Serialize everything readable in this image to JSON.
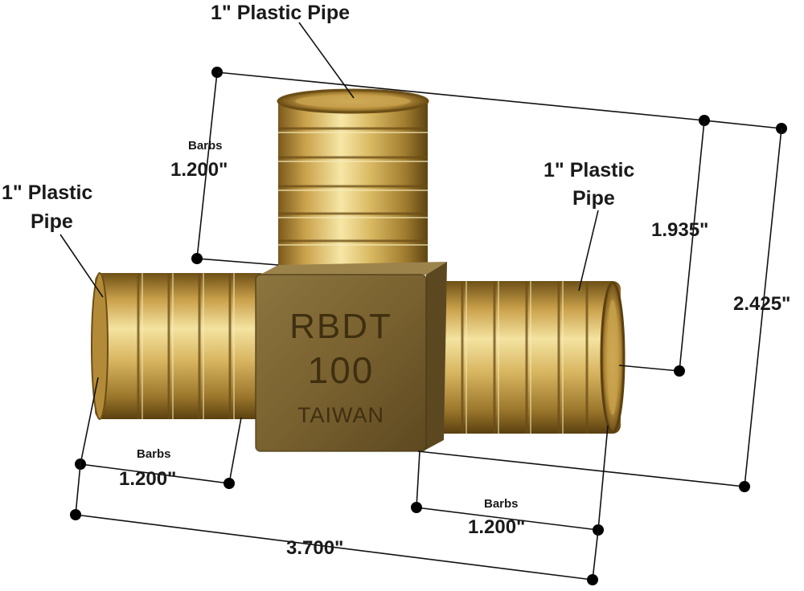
{
  "labels": {
    "top_pipe": "1\" Plastic Pipe",
    "left_pipe_line1": "1\" Plastic",
    "left_pipe_line2": "Pipe",
    "right_pipe_line1": "1\" Plastic",
    "right_pipe_line2": "Pipe",
    "barbs_word": "Barbs",
    "barbs_top_value": "1.200\"",
    "barbs_left_value": "1.200\"",
    "barbs_right_value": "1.200\"",
    "height_inner": "1.935\"",
    "height_outer": "2.425\"",
    "overall_length": "3.700\""
  },
  "casting": {
    "line1": "RBDT",
    "line2": "100",
    "line3": "TAIWAN"
  },
  "colors": {
    "brass_light": "#f2dd94",
    "brass_mid": "#c9a24a",
    "brass_dark": "#6b4d14",
    "bronze_body": "#7d6533",
    "line": "#111111"
  }
}
